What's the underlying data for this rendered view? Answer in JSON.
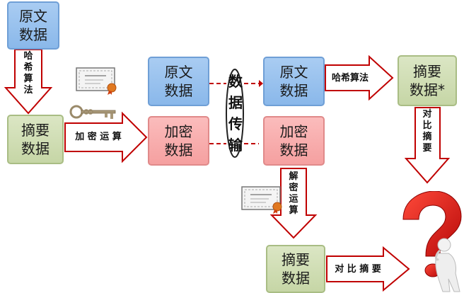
{
  "boxes": {
    "original_left": [
      "原文",
      "数据"
    ],
    "digest_left": [
      "摘要",
      "数据"
    ],
    "original_mid": [
      "原文",
      "数据"
    ],
    "encrypted_mid": [
      "加密",
      "数据"
    ],
    "original_right": [
      "原文",
      "数据"
    ],
    "encrypted_right": [
      "加密",
      "数据"
    ],
    "digest_star": [
      "摘要",
      "数据*"
    ],
    "digest_bottom": [
      "摘要",
      "数据"
    ]
  },
  "arrows": {
    "hash_left": [
      "哈",
      "希",
      "算",
      "法"
    ],
    "encrypt": "加 密 运 算",
    "transmit": [
      "数",
      "据",
      "传",
      "输"
    ],
    "hash_right": "哈希算法",
    "compare_v": [
      "对",
      "比",
      "摘",
      "要"
    ],
    "decrypt": [
      "解",
      "密",
      "运",
      "算"
    ],
    "compare_h": "对 比 摘 要"
  },
  "icons": [
    "certificate-icon",
    "key-icon",
    "certificate-icon",
    "question-mark-figure-icon"
  ],
  "colors": {
    "blue": "#8ab8ea",
    "green": "#c6d6a6",
    "red": "#f5a0a0",
    "arrow_border": "#c00000"
  }
}
